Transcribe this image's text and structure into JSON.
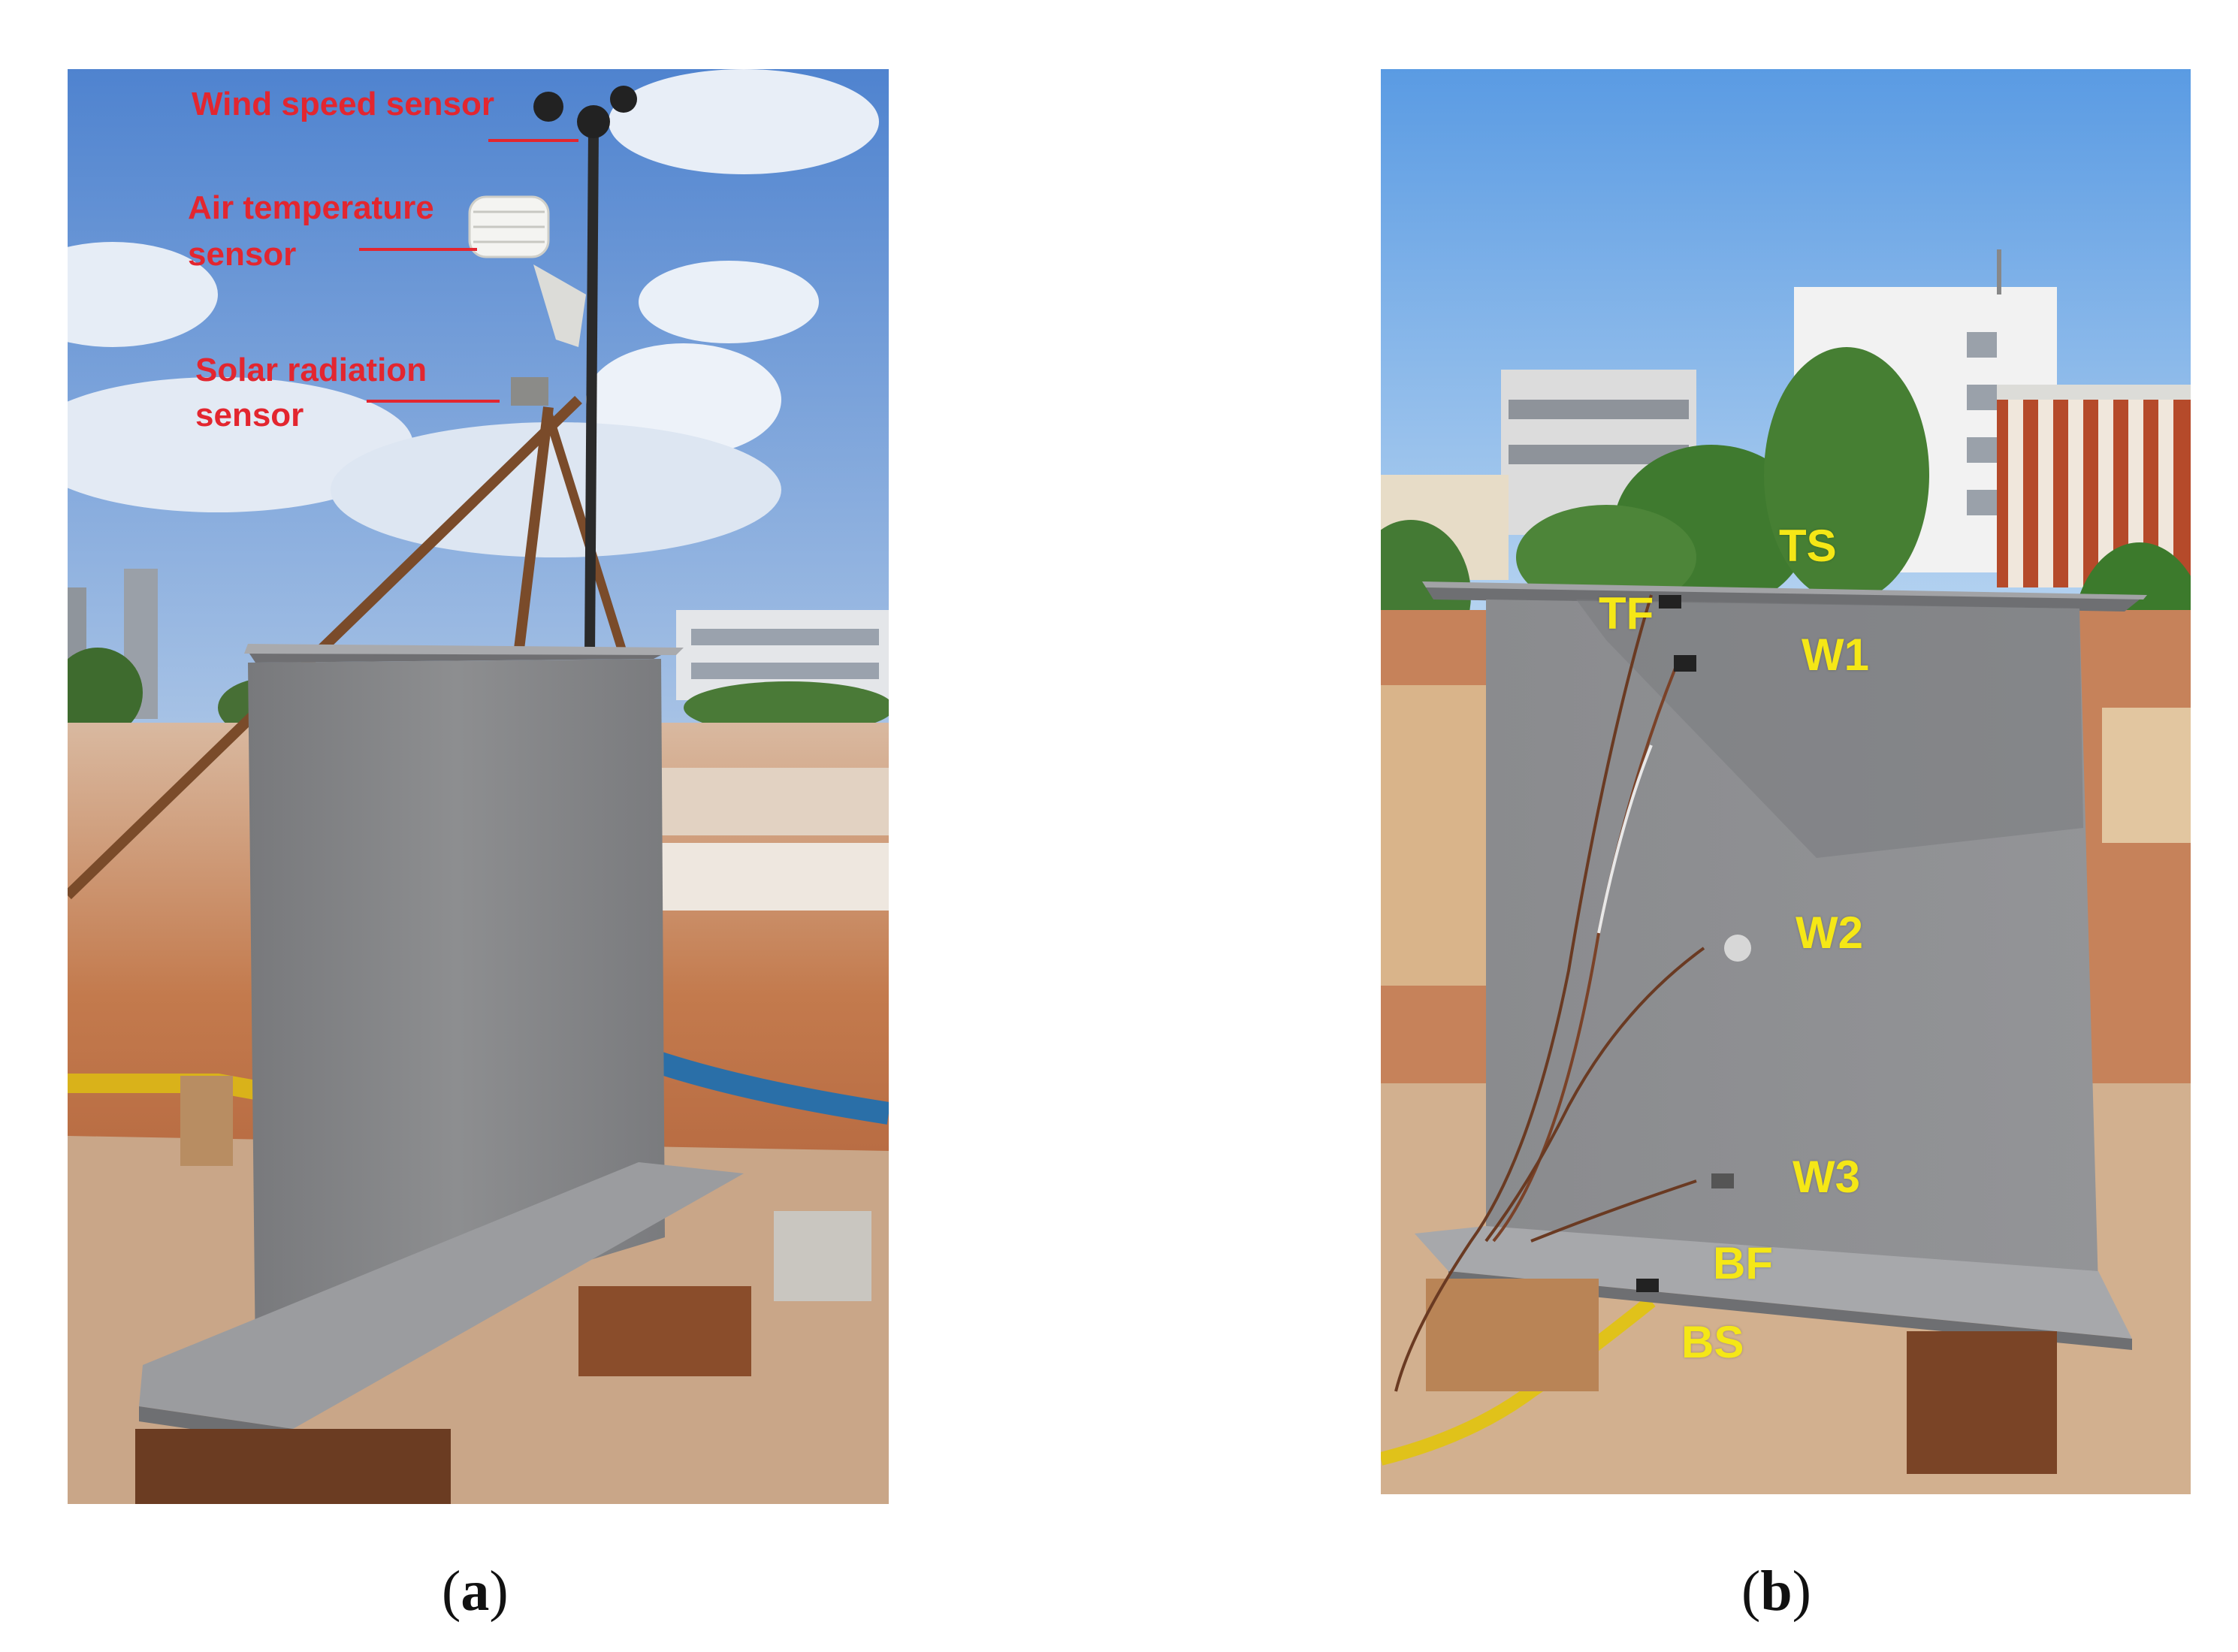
{
  "panel_a": {
    "labels": {
      "wind": "Wind speed sensor",
      "air_1": "Air temperature",
      "air_2": "sensor",
      "solar_1": "Solar radiation",
      "solar_2": "sensor"
    },
    "caption": {
      "open": "(",
      "letter": "a",
      "close": ")"
    }
  },
  "panel_b": {
    "labels": {
      "ts": "TS",
      "tf": "TF",
      "w1": "W1",
      "w2": "W2",
      "w3": "W3",
      "bf": "BF",
      "bs": "BS"
    },
    "caption": {
      "open": "(",
      "letter": "b",
      "close": ")"
    }
  },
  "colors": {
    "sensor_label_a": "#e3262f",
    "sensor_label_b": "#f5e716",
    "sky": "#6f9fd8",
    "steel": "#8c8d8f",
    "soil": "#b8643a"
  }
}
